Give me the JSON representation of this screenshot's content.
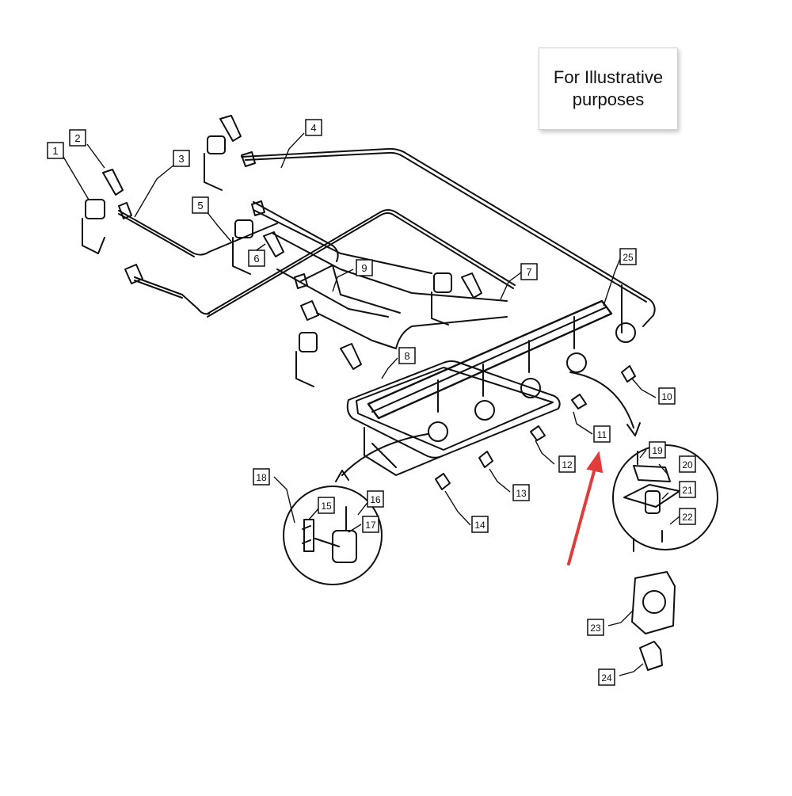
{
  "note": {
    "text": "For Illustrative purposes"
  },
  "arrow": {
    "color": "#e03c3c",
    "points_to": "11"
  },
  "callouts": [
    "1",
    "2",
    "3",
    "4",
    "5",
    "6",
    "7",
    "8",
    "9",
    "10",
    "11",
    "12",
    "13",
    "14",
    "15",
    "16",
    "17",
    "18",
    "19",
    "20",
    "21",
    "22",
    "23",
    "24",
    "25"
  ],
  "colors": {
    "ink": "#111111",
    "background": "#ffffff"
  }
}
